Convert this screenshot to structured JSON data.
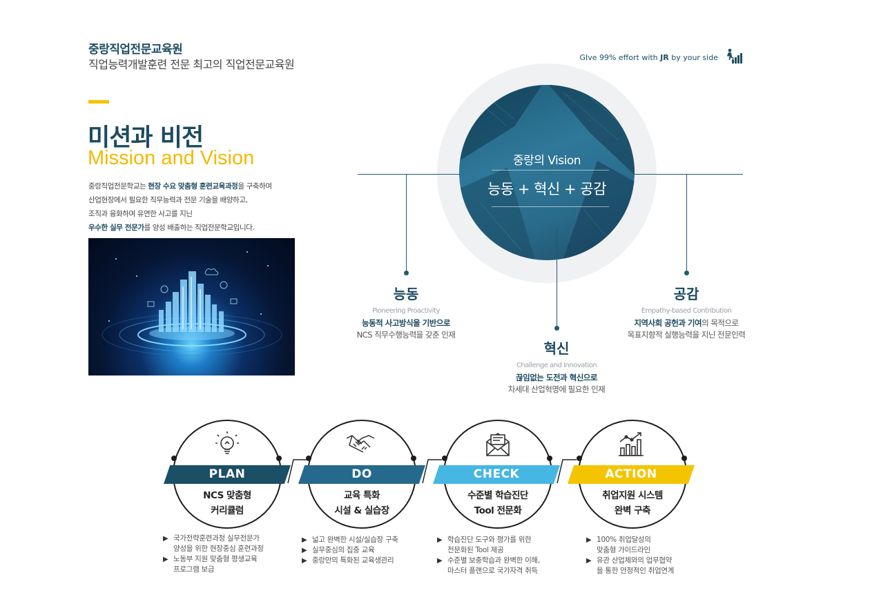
{
  "header": {
    "brand": "중랑직업전문교육원",
    "description": "직업능력개발훈련 전문 최고의 직업전문교육원",
    "slogan_pre": "GIve 99% effort with ",
    "slogan_bold": "JR",
    "slogan_post": " by your side"
  },
  "title": {
    "korean": "미션과 비전",
    "english": "Mission and Vision"
  },
  "intro": {
    "line1_a": "중랑직업전문학교는 ",
    "line1_b": "현장 수요 맞춤형 훈련교육과정",
    "line1_c": "을 구축하여",
    "line2": "산업현장에서 필요한 직무능력과 전문 기술을 배양하고,",
    "line3": "조직과 융화하며 유연한 사고를 지닌",
    "line4_a": "우수한 실무 전문가",
    "line4_b": "를 양성 배출하는 직업전문학교입니다."
  },
  "vision": {
    "label": "중랑의 Vision",
    "formula": "능동 + 혁신 + 공감"
  },
  "values": [
    {
      "name": "능동",
      "en": "Pioneering Proactivity",
      "line1_bold": "능동적 사고방식을 기반으로",
      "line1_rest": "",
      "line2": "NCS 직무수행능력을 갖춘 인재"
    },
    {
      "name": "혁신",
      "en": "Challenge and Innovation",
      "line1_bold": "끊임없는 도전과 혁신으로",
      "line1_rest": "",
      "line2": "차세대 산업혁명에 필요한 인재"
    },
    {
      "name": "공감",
      "en": "Empathy-based Contribution",
      "line1_bold": "지역사회 공헌과 기여",
      "line1_rest": "의 목적으로",
      "line2": "목표지향적 실행능력을 지닌 전문인력"
    }
  ],
  "pdca": [
    {
      "label": "PLAN",
      "color": "#1b4f66",
      "icon": "lightbulb-icon",
      "text1": "NCS 맞춤형",
      "text2": "커리큘럼",
      "bullets": [
        "국가전략훈련과정 실무전문가",
        "양성을 위한 현장중심 훈련과정",
        "노동부 지원 맞춤형 평생교육",
        "프로그램 보급"
      ]
    },
    {
      "label": "DO",
      "color": "#256a8c",
      "icon": "handshake-icon",
      "text1": "교육 특화",
      "text2": "시설 & 실습장",
      "bullets": [
        "넓고 완벽한 시설/실습장 구축",
        "실무중심의 집중 교육",
        "중랑만의 특화된 교육생관리"
      ]
    },
    {
      "label": "CHECK",
      "color": "#46b6e3",
      "icon": "mail-icon",
      "text1": "수준별 학습진단",
      "text2": "Tool 전문화",
      "bullets": [
        "학습진단 도구와 평가를 위한",
        "전문화된 Tool 제공",
        "수준별 보충학습과 완벽한 이해,",
        "마스터 플랜으로 국가자격 취득"
      ]
    },
    {
      "label": "ACTION",
      "color": "#f5c400",
      "icon": "growth-chart-icon",
      "text1": "취업지원 시스템",
      "text2": "완벽 구축",
      "bullets": [
        "100% 취업달성의",
        "맞춤형 가이드라인",
        "유관 산업체와의 업무협약",
        "을 통한 안정적인 취업연계"
      ]
    }
  ]
}
